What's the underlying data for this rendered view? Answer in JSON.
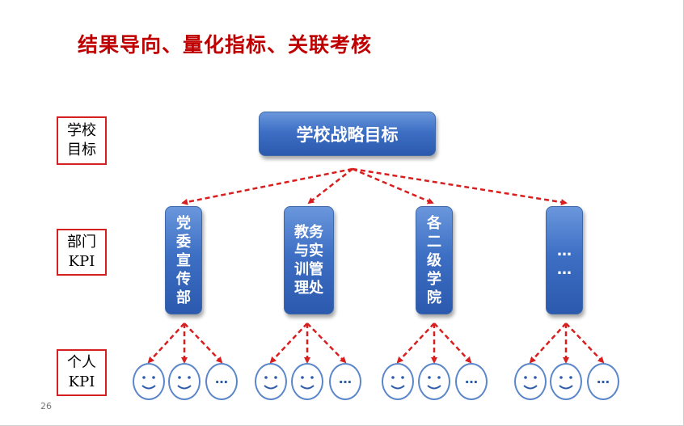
{
  "title": "结果导向、量化指标、关联考核",
  "levels": [
    {
      "text": "学校\n目标"
    },
    {
      "text": "部门\nKPI"
    },
    {
      "text": "个人\nKPI"
    }
  ],
  "root": {
    "text": "学校战略目标"
  },
  "departments": [
    {
      "text": "党\n委\n宣\n传\n部"
    },
    {
      "text": "教务\n与实\n训管\n理处"
    },
    {
      "text": "各\n二\n级\n学\n院"
    },
    {
      "text": "…\n…"
    }
  ],
  "face_ellipsis": "…",
  "page_number": "26",
  "colors": {
    "title": "#c00000",
    "arrow": "#d81e1e",
    "node": "#3d6fc4",
    "face_outline": "#5b86c9"
  }
}
